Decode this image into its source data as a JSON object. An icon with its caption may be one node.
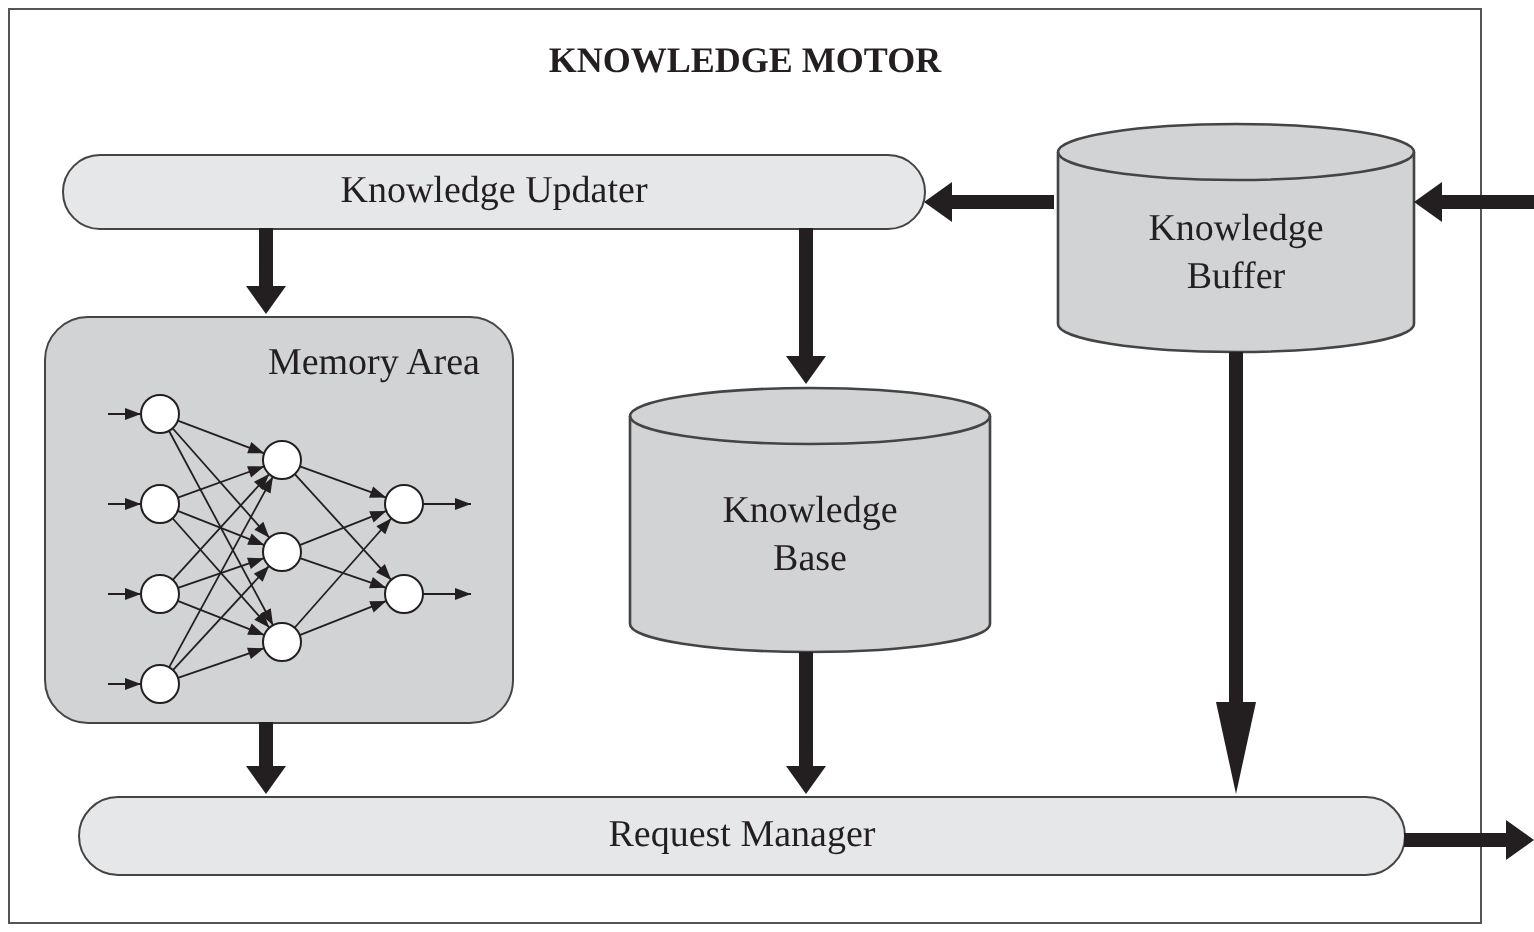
{
  "diagram": {
    "nodes": [
      {
        "text": [
          "KNOWLEDGE MOTOR"
        ]
      },
      {
        "text": [
          "Knowledge Updater"
        ],
        "in": 0
      },
      {
        "text": [
          "Knowledge Buffer"
        ],
        "in": 0
      },
      {
        "text": [
          "Memory Area"
        ],
        "in": 0
      },
      {
        "text": [
          "Knowledge Base"
        ],
        "in": 0
      },
      {
        "text": [
          "Request Manager"
        ],
        "in": 0
      }
    ],
    "edges": [
      {
        "from": null,
        "to": 2,
        "arrow": "to"
      },
      {
        "from": 2,
        "to": 1,
        "arrow": "to"
      },
      {
        "from": 1,
        "to": 3,
        "arrow": "to"
      },
      {
        "from": 1,
        "to": 4,
        "arrow": "to"
      },
      {
        "from": 2,
        "to": 5,
        "arrow": "to"
      },
      {
        "from": 3,
        "to": 5,
        "arrow": "to"
      },
      {
        "from": 4,
        "to": 5,
        "arrow": "to"
      },
      {
        "from": 5,
        "to": null,
        "arrow": "to"
      }
    ]
  }
}
